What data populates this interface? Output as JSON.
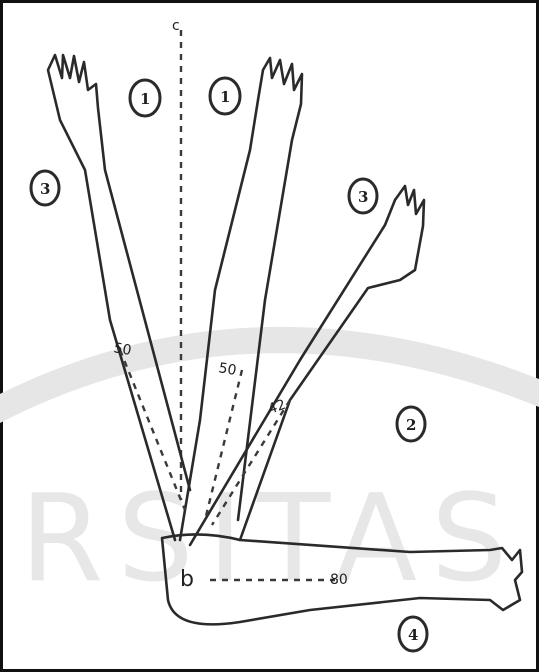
{
  "axis_label": "c",
  "elbow_label": "b",
  "measures": {
    "upper_left": "50",
    "upper_mid": "50",
    "diagonal": "42",
    "horizontal": "80"
  },
  "regions": {
    "r1_left": "1",
    "r1_right": "1",
    "r3_left": "3",
    "r3_right": "3",
    "r2": "2",
    "r4": "4"
  },
  "watermark": "RSITAS",
  "colors": {
    "ink": "#2a2a2a",
    "watermark": "#e6e6e6",
    "frame": "#111111"
  }
}
